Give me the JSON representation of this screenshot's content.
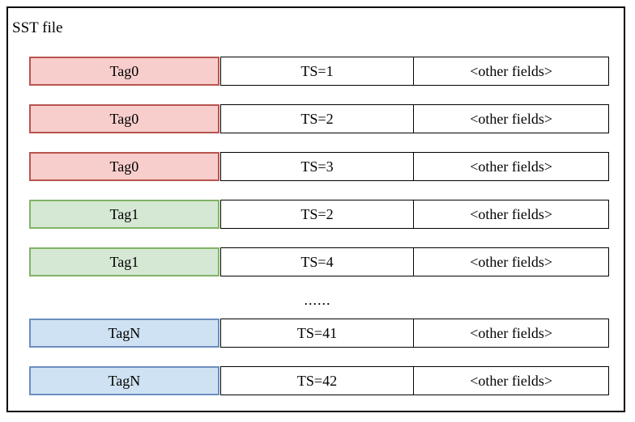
{
  "title": "SST file",
  "ellipsis": "......",
  "colors": {
    "tag0_fill": "#f8cecc",
    "tag0_border": "#b85450",
    "tag1_fill": "#d5e8d4",
    "tag1_border": "#82b366",
    "tagN_fill": "#cfe2f3",
    "tagN_border": "#6c8ebf",
    "cell_border": "#000000"
  },
  "rows": [
    {
      "tag": "Tag0",
      "ts": "TS=1",
      "other": "<other fields>",
      "color": "red"
    },
    {
      "tag": "Tag0",
      "ts": "TS=2",
      "other": "<other fields>",
      "color": "red"
    },
    {
      "tag": "Tag0",
      "ts": "TS=3",
      "other": "<other fields>",
      "color": "red"
    },
    {
      "tag": "Tag1",
      "ts": "TS=2",
      "other": "<other fields>",
      "color": "green"
    },
    {
      "tag": "Tag1",
      "ts": "TS=4",
      "other": "<other fields>",
      "color": "green"
    },
    {
      "tag": "TagN",
      "ts": "TS=41",
      "other": "<other fields>",
      "color": "blue"
    },
    {
      "tag": "TagN",
      "ts": "TS=42",
      "other": "<other fields>",
      "color": "blue"
    }
  ]
}
